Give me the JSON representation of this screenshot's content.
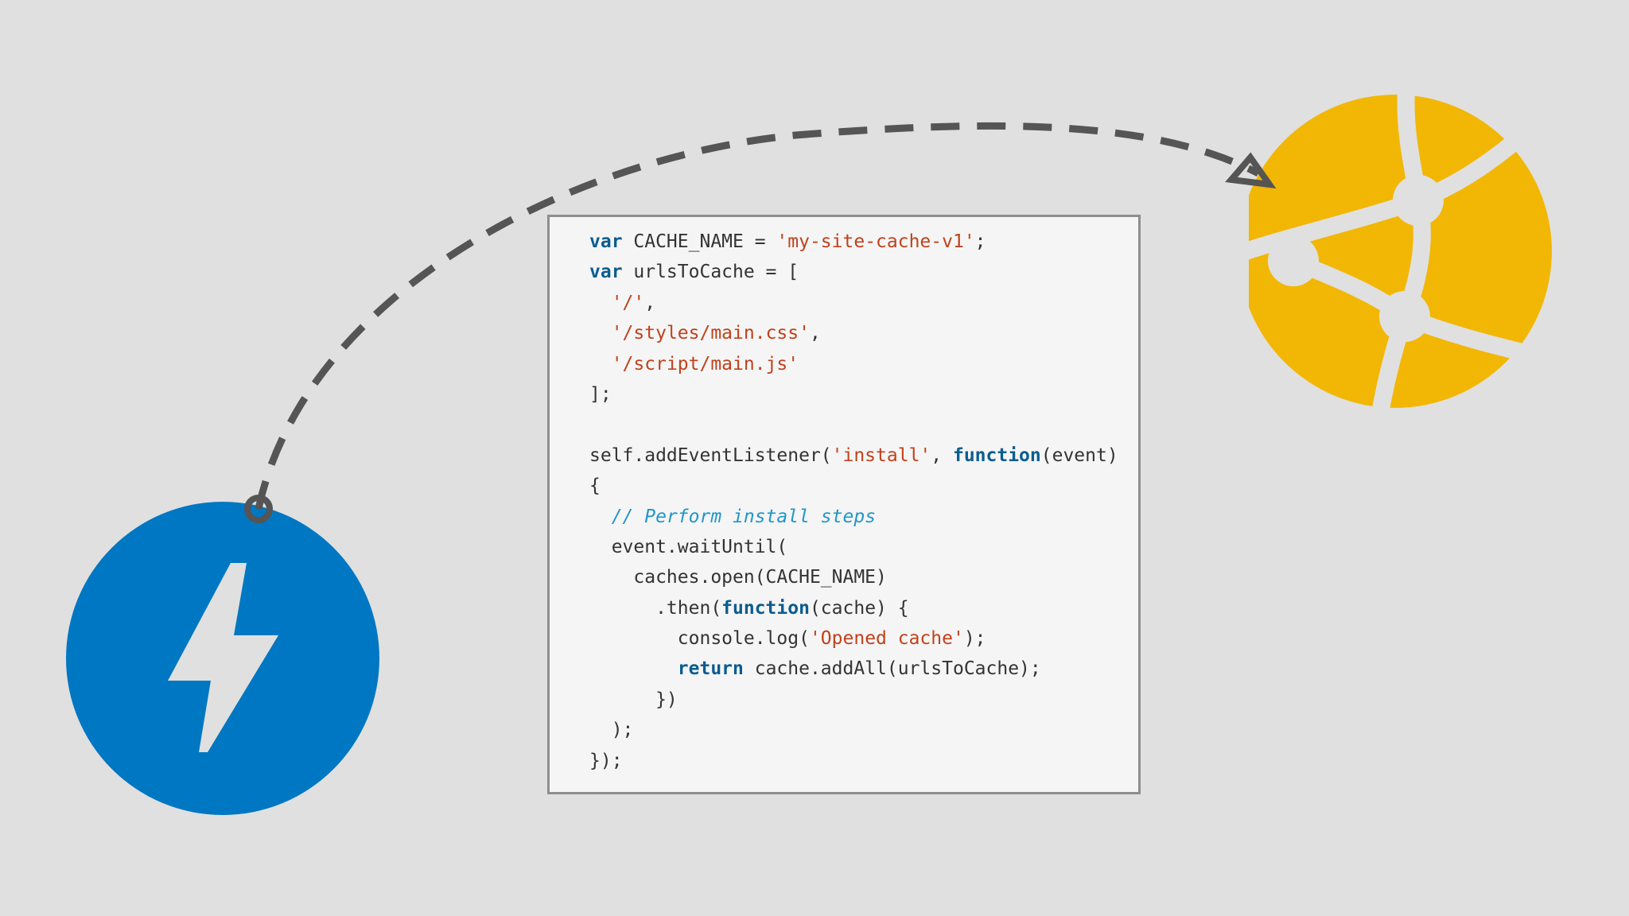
{
  "colors": {
    "background": "#e0e0e0",
    "amp_circle": "#0077c2",
    "bolt": "#e0e0e0",
    "globe": "#f2b705",
    "globe_lines": "#e0e0e0",
    "arrow": "#555555",
    "code_panel": "#f5f5f5",
    "code_border": "#8e8e8e",
    "keyword": "#0b5d8f",
    "string": "#c0421b",
    "comment": "#2196c9",
    "text": "#333333"
  },
  "icons": {
    "source": "lightning-bolt-icon",
    "target": "globe-icon",
    "connector": "dashed-arrow"
  },
  "code": {
    "lines": [
      [
        {
          "t": "kw",
          "s": "var"
        },
        {
          "t": "plain",
          "s": " CACHE_NAME = "
        },
        {
          "t": "str",
          "s": "'my-site-cache-v1'"
        },
        {
          "t": "plain",
          "s": ";"
        }
      ],
      [
        {
          "t": "kw",
          "s": "var"
        },
        {
          "t": "plain",
          "s": " urlsToCache = ["
        }
      ],
      [
        {
          "t": "plain",
          "s": "  "
        },
        {
          "t": "str",
          "s": "'/'"
        },
        {
          "t": "plain",
          "s": ","
        }
      ],
      [
        {
          "t": "plain",
          "s": "  "
        },
        {
          "t": "str",
          "s": "'/styles/main.css'"
        },
        {
          "t": "plain",
          "s": ","
        }
      ],
      [
        {
          "t": "plain",
          "s": "  "
        },
        {
          "t": "str",
          "s": "'/script/main.js'"
        }
      ],
      [
        {
          "t": "plain",
          "s": "];"
        }
      ],
      [],
      [
        {
          "t": "plain",
          "s": "self.addEventListener("
        },
        {
          "t": "str",
          "s": "'install'"
        },
        {
          "t": "plain",
          "s": ", "
        },
        {
          "t": "kw",
          "s": "function"
        },
        {
          "t": "plain",
          "s": "(event)"
        }
      ],
      [
        {
          "t": "plain",
          "s": "{"
        }
      ],
      [
        {
          "t": "plain",
          "s": "  "
        },
        {
          "t": "cm",
          "s": "// Perform install steps"
        }
      ],
      [
        {
          "t": "plain",
          "s": "  event.waitUntil("
        }
      ],
      [
        {
          "t": "plain",
          "s": "    caches.open(CACHE_NAME)"
        }
      ],
      [
        {
          "t": "plain",
          "s": "      .then("
        },
        {
          "t": "kw",
          "s": "function"
        },
        {
          "t": "plain",
          "s": "(cache) {"
        }
      ],
      [
        {
          "t": "plain",
          "s": "        console.log("
        },
        {
          "t": "str",
          "s": "'Opened cache'"
        },
        {
          "t": "plain",
          "s": ");"
        }
      ],
      [
        {
          "t": "plain",
          "s": "        "
        },
        {
          "t": "kw",
          "s": "return"
        },
        {
          "t": "plain",
          "s": " cache.addAll(urlsToCache);"
        }
      ],
      [
        {
          "t": "plain",
          "s": "      })"
        }
      ],
      [
        {
          "t": "plain",
          "s": "  );"
        }
      ],
      [
        {
          "t": "plain",
          "s": "});"
        }
      ]
    ]
  }
}
